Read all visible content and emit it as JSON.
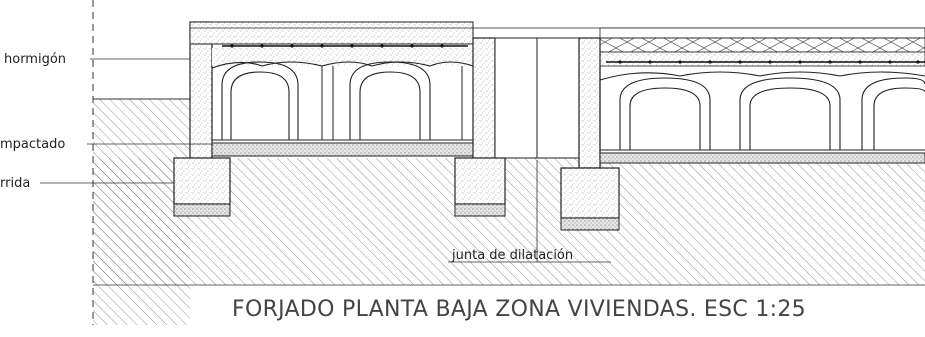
{
  "labels": {
    "hormigon": "hormigón",
    "compactado": "mpactado",
    "grava": "rrida",
    "junta": "junta de dilatación"
  },
  "title": "FORJADO PLANTA BAJA ZONA VIVIENDAS.  ESC 1:25",
  "colors": {
    "line": "#222222",
    "hatch": "#555555",
    "concrete": "#bfbfbf"
  }
}
